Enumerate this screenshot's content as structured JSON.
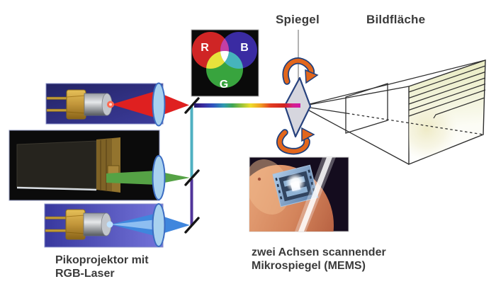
{
  "labels": {
    "mirror": "Spiegel",
    "screen_surface": "Bildfläche",
    "projector_caption_line1": "Pikoprojektor mit",
    "projector_caption_line2": "RGB-Laser",
    "mems_caption_line1": "zwei Achsen scannender",
    "mems_caption_line2": "Mikrospiegel (MEMS)"
  },
  "venn": {
    "red_label": "R",
    "blue_label": "B",
    "green_label": "G",
    "red": "#cf2525",
    "blue": "#3a2ba2",
    "green": "#38a43e",
    "red_blue_overlap": "#c43fa5",
    "red_green_overlap": "#e8e23c",
    "blue_green_overlap": "#46b4bc",
    "center_overlap": "#ffffff",
    "background": "#0a0a0a"
  },
  "beams": {
    "red": "#df2020",
    "green": "#55a245",
    "blue": "#3f86dd",
    "blue_core": "#9cc8f4",
    "teal_path": "#4fb0c2",
    "violet_path": "#50349a",
    "spectrum": [
      "#221668",
      "#3a2a9e",
      "#2f55c0",
      "#2f9ab0",
      "#3fa556",
      "#9cc43a",
      "#eede2c",
      "#f09a22",
      "#e23c20",
      "#cf2320",
      "#d5208c",
      "#cf18a8"
    ]
  },
  "mems_mirror": {
    "fill": "#d6d6de",
    "stroke": "#27427e",
    "arrow_color": "#e2661c",
    "arrow_outline": "#1d3f7d"
  },
  "projection": {
    "line_color": "#2e2e2e",
    "raster_tint": "#e9ebc2"
  },
  "text_color": "#3b3b3b"
}
